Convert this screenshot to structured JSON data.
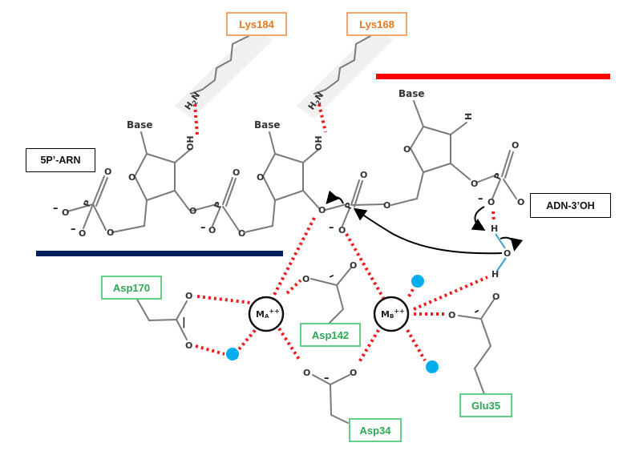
{
  "title": "Nuclease active-site mechanism: two-metal-ion catalysis",
  "labels": {
    "rna_5p": "5P’-ARN",
    "dna_3oh": "ADN-3’OH",
    "lys184": "Lys184",
    "lys168": "Lys168",
    "asp170": "Asp170",
    "asp142": "Asp142",
    "asp34": "Asp34",
    "glu35": "Glu35",
    "metal_a": "MA++",
    "metal_b": "MB++",
    "base": "Base",
    "amine": "H2N",
    "hydroxyl": "OH",
    "oxygen": "O",
    "phosphorus": "P",
    "hydrogen": "H",
    "minus": "–"
  },
  "colors": {
    "rna_strand_bar": "#002060",
    "dna_strand_bar": "#ff0000",
    "hbond": "#ee1c1c",
    "water": "#00aeef",
    "lysine": "#e87722",
    "acidic_residue": "#2aa852",
    "water_bond": "#3aa0c8"
  }
}
